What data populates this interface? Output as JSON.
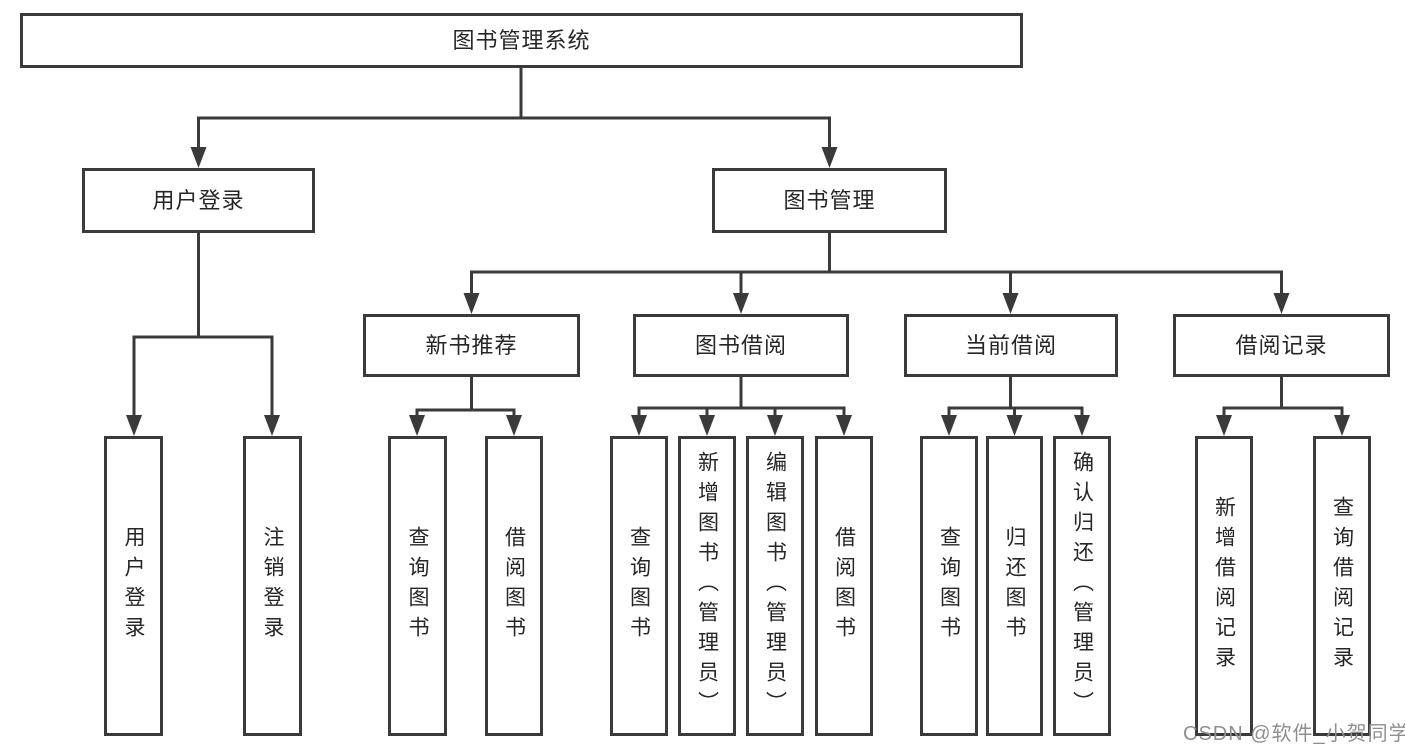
{
  "diagram": {
    "title": "图书管理系统",
    "root": {
      "label": "图书管理系统"
    },
    "branches": [
      {
        "label": "用户登录",
        "children": [
          {
            "label": "用户登录"
          },
          {
            "label": "注销登录"
          }
        ]
      },
      {
        "label": "图书管理",
        "children": [
          {
            "label": "新书推荐",
            "children": [
              {
                "label": "查询图书"
              },
              {
                "label": "借阅图书"
              }
            ]
          },
          {
            "label": "图书借阅",
            "children": [
              {
                "label": "查询图书"
              },
              {
                "label": "新增图书（管理员）"
              },
              {
                "label": "编辑图书（管理员）"
              },
              {
                "label": "借阅图书"
              }
            ]
          },
          {
            "label": "当前借阅",
            "children": [
              {
                "label": "查询图书"
              },
              {
                "label": "归还图书"
              },
              {
                "label": "确认归还（管理员）"
              }
            ]
          },
          {
            "label": "借阅记录",
            "children": [
              {
                "label": "新增借阅记录"
              },
              {
                "label": "查询借阅记录"
              }
            ]
          }
        ]
      }
    ]
  },
  "watermark": {
    "text": "CSDN @软件_小贺同学"
  },
  "colors": {
    "line": "#3a3a3a",
    "node_border": "#3a3a3a",
    "node_text": "#262626",
    "background": "#ffffff",
    "watermark": "#8f8f8f"
  }
}
